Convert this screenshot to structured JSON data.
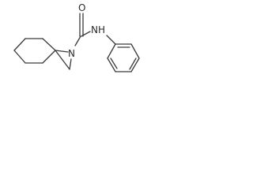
{
  "molecule": {
    "atoms": {
      "oxygen": "O",
      "ring_nitrogen": "N",
      "amide_nitrogen": "N",
      "amide_hydrogen": "H"
    },
    "colors": {
      "bond": "#3a3a3a",
      "label": "#2a2a2a",
      "background": "#ffffff"
    }
  }
}
